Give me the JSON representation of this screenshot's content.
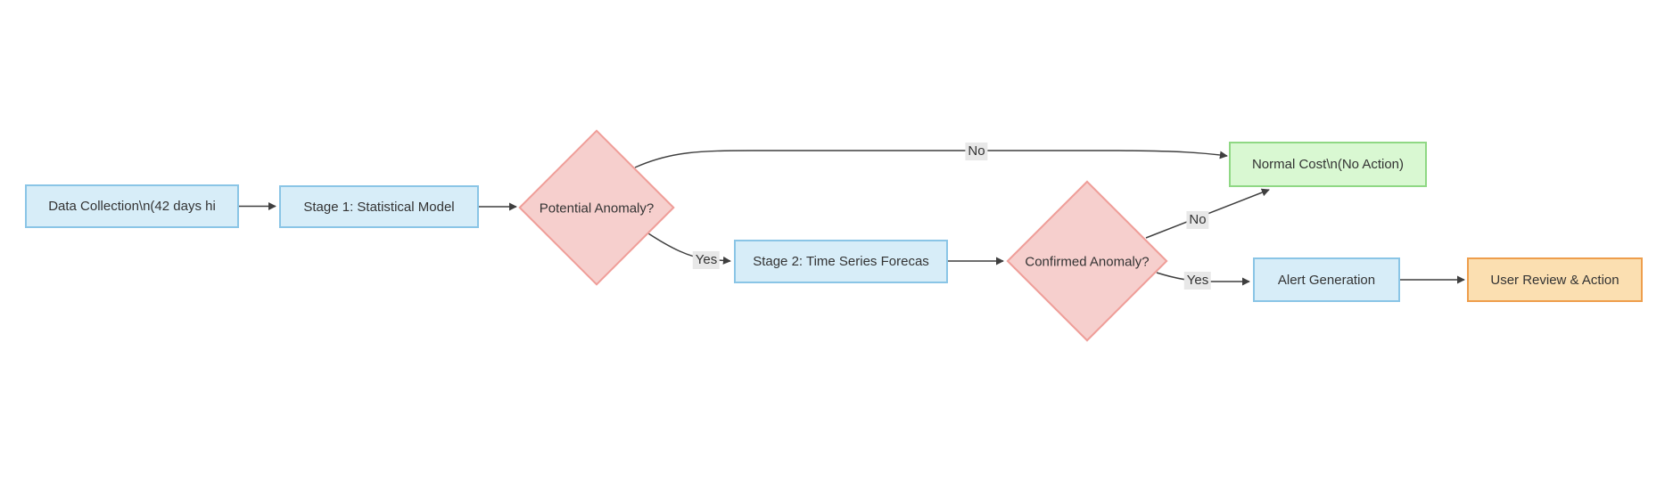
{
  "diagram": {
    "type": "flowchart",
    "direction": "left-to-right",
    "background_color": "#ffffff",
    "line_color": "#3f3f3f",
    "text_color": "#333333",
    "edge_label_background": "#e8e8e8",
    "node_styles": {
      "process_blue": {
        "fill": "#d7edf8",
        "stroke": "#8ac5e6"
      },
      "decision_pink": {
        "fill": "#f6cfcd",
        "stroke": "#ef9e99"
      },
      "end_green": {
        "fill": "#d9f8d2",
        "stroke": "#8fd884"
      },
      "action_orange": {
        "fill": "#fbdfb1",
        "stroke": "#ee9e4c"
      }
    },
    "nodes": {
      "data_collection": {
        "label": "Data Collection\\n(42 days hi",
        "shape": "rect",
        "style": "process_blue"
      },
      "stage1": {
        "label": "Stage 1: Statistical Model",
        "shape": "rect",
        "style": "process_blue"
      },
      "potential_anomaly": {
        "label": "Potential Anomaly?",
        "shape": "diamond",
        "style": "decision_pink"
      },
      "stage2": {
        "label": "Stage 2: Time Series Forecas",
        "shape": "rect",
        "style": "process_blue"
      },
      "normal_cost": {
        "label": "Normal Cost\\n(No Action)",
        "shape": "rect",
        "style": "end_green"
      },
      "confirmed_anomaly": {
        "label": "Confirmed Anomaly?",
        "shape": "diamond",
        "style": "decision_pink"
      },
      "alert_generation": {
        "label": "Alert Generation",
        "shape": "rect",
        "style": "process_blue"
      },
      "user_review": {
        "label": "User Review & Action",
        "shape": "rect",
        "style": "action_orange"
      }
    },
    "edges": [
      {
        "from": "data_collection",
        "to": "stage1",
        "label": ""
      },
      {
        "from": "stage1",
        "to": "potential_anomaly",
        "label": ""
      },
      {
        "from": "potential_anomaly",
        "to": "normal_cost",
        "label": "No"
      },
      {
        "from": "potential_anomaly",
        "to": "stage2",
        "label": "Yes"
      },
      {
        "from": "stage2",
        "to": "confirmed_anomaly",
        "label": ""
      },
      {
        "from": "confirmed_anomaly",
        "to": "normal_cost",
        "label": "No"
      },
      {
        "from": "confirmed_anomaly",
        "to": "alert_generation",
        "label": "Yes"
      },
      {
        "from": "alert_generation",
        "to": "user_review",
        "label": ""
      }
    ]
  }
}
